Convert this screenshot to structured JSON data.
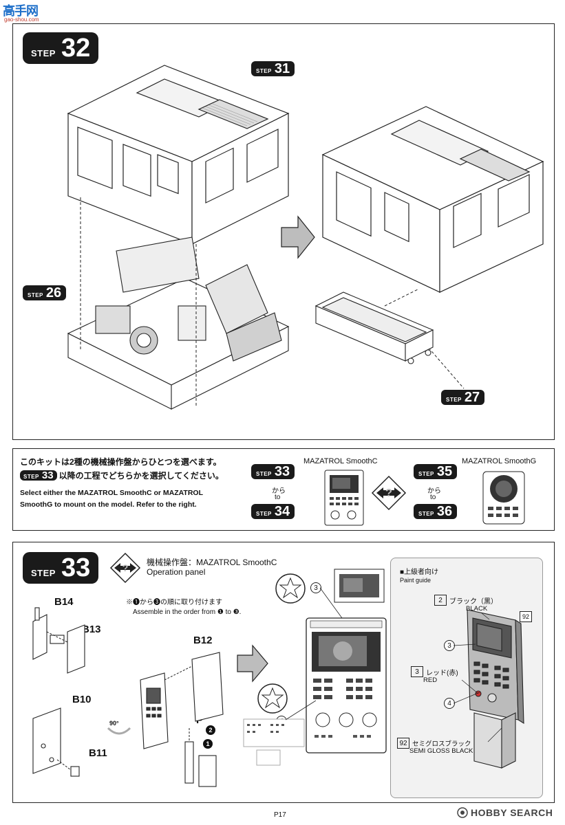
{
  "watermark": {
    "site_name": "高手网",
    "site_url": "gao-shou.com"
  },
  "step32": {
    "tag_word": "STEP",
    "tag_num": "32",
    "ref_top": {
      "word": "STEP",
      "num": "31"
    },
    "ref_left": {
      "word": "STEP",
      "num": "26"
    },
    "ref_bottom": {
      "word": "STEP",
      "num": "27"
    }
  },
  "choice": {
    "jp_line1": "このキットは2種の機械操作盤からひとつを選べます。",
    "jp_step_num": "33",
    "jp_line2": "以降の工程でどちらかを選択してください。",
    "en_line1": "Select either the MAZATROL SmoothC or MAZATROL",
    "en_line2": "SmoothG to mount on the model. Refer to the right.",
    "optC": {
      "title": "MAZATROL SmoothC",
      "from_num": "33",
      "kara": "から",
      "to": "to",
      "to_num": "34"
    },
    "optG": {
      "title": "MAZATROL SmoothG",
      "from_num": "35",
      "kara": "から",
      "to": "to",
      "to_num": "36"
    },
    "step_word": "STEP"
  },
  "step33": {
    "tag_word": "STEP",
    "tag_num": "33",
    "jp_title": "機械操作盤：MAZATROL SmoothC",
    "en_title": "Operation panel",
    "order_jp": "※❶から❸の順に取り付けます",
    "order_en": "Assemble in the order from ❶ to ❸.",
    "parts": {
      "b14": "B14",
      "b13": "B13",
      "b12": "B12",
      "b10": "B10",
      "b11": "B11",
      "p": "P",
      "p_sub": "2"
    },
    "seq": {
      "one": "1",
      "three": "3"
    },
    "rotation": "90°",
    "callouts": {
      "c3": "3",
      "c4": "4"
    },
    "paint": {
      "title_jp": "■上級者向け",
      "title_en": "Paint guide",
      "c2_num": "2",
      "c2_jp": "ブラック（黒）",
      "c2_en": "BLACK",
      "c3_num": "3",
      "c3_jp": "レッド(赤)",
      "c3_en": "RED",
      "c92_num": "92",
      "c92_jp": "セミグロスブラック",
      "c92_en": "SEMI GLOSS BLACK",
      "ref3": "3",
      "ref4": "4",
      "ref92": "92"
    }
  },
  "footer": {
    "page": "P17",
    "brand": "HOBBY SEARCH"
  },
  "colors": {
    "accent": "#1a1a1a",
    "arrow_fill": "#bdbdbd",
    "panel_bg": "#f2f2f2"
  }
}
